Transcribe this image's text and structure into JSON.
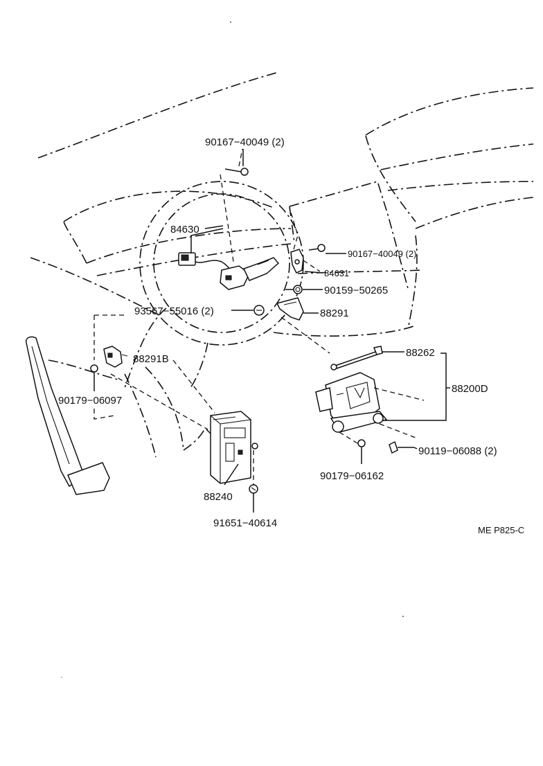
{
  "parts": {
    "p90167_40049_top": "90167−40049 (2)",
    "p84630": "84630",
    "p90167_40049_right": "90167−40049 (2)",
    "p84631": "84631",
    "p90159_50265": "90159−50265",
    "p93567_55016": "93567−55016 (2)",
    "p88291": "88291",
    "p88291b": "88291B",
    "p88262": "88262",
    "p88200d": "88200D",
    "p90179_06097": "90179−06097",
    "p90119_06088": "90119−06088 (2)",
    "p90179_06162": "90179−06162",
    "p88240": "88240",
    "p91651_40614": "91651−40614"
  },
  "reference_code": "ME  P825-C"
}
